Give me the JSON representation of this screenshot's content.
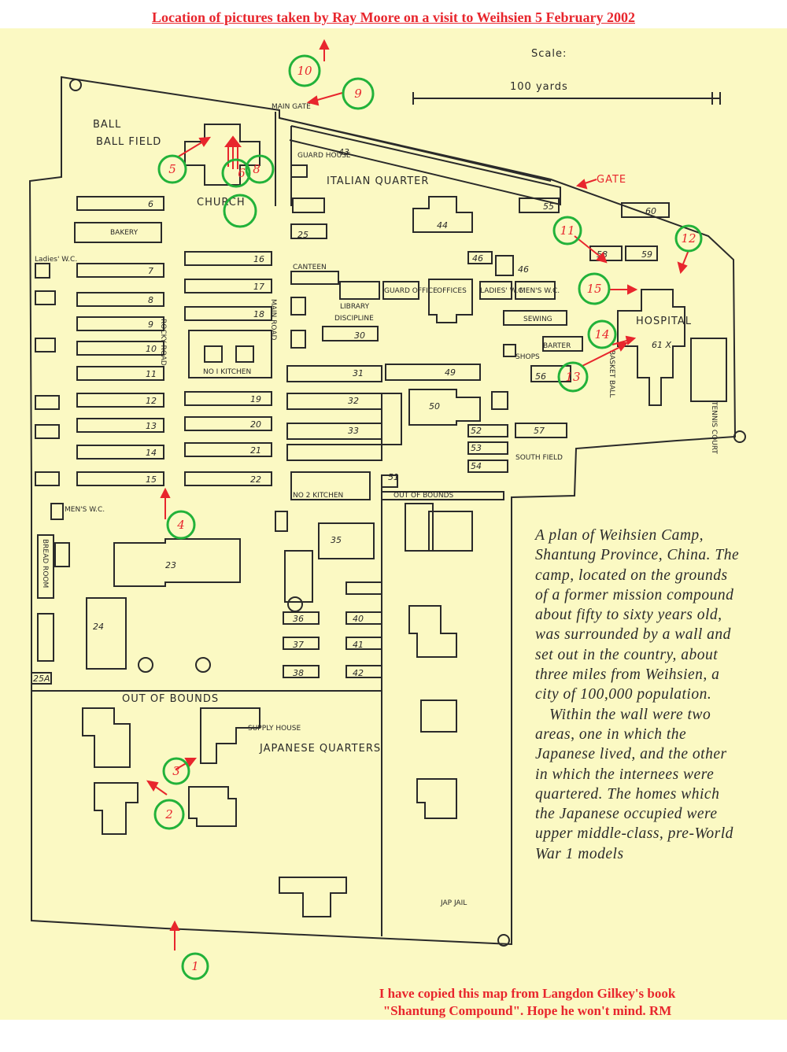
{
  "title": "Location of pictures taken by Ray Moore on a visit to Weihsien 5 February 2002",
  "scale": {
    "label": "Scale:",
    "distance": "100 yards"
  },
  "places": {
    "ball_field": "BALL FIELD",
    "church": "CHURCH",
    "main_gate": "MAIN GATE",
    "gate": "GATE",
    "guard_house": "GUARD HOUSE",
    "italian_quarter": "ITALIAN QUARTER",
    "bakery": "BAKERY",
    "ladies_wc": "Ladies' W.C.",
    "canteen": "CANTEEN",
    "library": "LIBRARY",
    "guard_office": "GUARD OFFICE",
    "discipline": "DISCIPLINE",
    "offices": "OFFICES",
    "ladies_wc2": "LADIES' W.C.",
    "mens_wc": "MEN'S W.C.",
    "sewing": "SEWING",
    "barter": "BARTER",
    "shops": "SHOPS",
    "hospital": "HOSPITAL",
    "basket_ball": "BASKET BALL",
    "tennis_court": "TENNIS COURT",
    "main_road": "MAIN ROAD",
    "rocky_road": "ROCKY ROAD",
    "kitchen1": "NO I KITCHEN",
    "kitchen2": "NO 2 KITCHEN",
    "south_field": "SOUTH FIELD",
    "out_of_bounds": "OUT OF BOUNDS",
    "supply_house": "SUPPLY HOUSE",
    "japanese_quarters": "JAPANESE QUARTERS",
    "jap_jail": "JAP JAIL",
    "mens_wc2": "MEN'S W.C.",
    "bread_room": "BREAD ROOM"
  },
  "markers": [
    "1",
    "2",
    "3",
    "4",
    "5",
    "6",
    "8",
    "9",
    "10",
    "11",
    "12",
    "13",
    "14",
    "15"
  ],
  "caption": {
    "p1": "A plan of Weihsien Camp, Shantung Province, China. The camp, located on the grounds of a former mission compound about fifty to sixty years old, was surrounded by a wall and set out in the country, about three miles from Weihsien, a city of 100,000 population.",
    "p2": "Within the wall were two areas, one in which the Japanese lived, and the other in which the internees were quartered. The homes which the Japanese occupied were upper middle-class, pre-World War 1 models"
  },
  "footnote": {
    "line1": "I have copied this map from Langdon Gilkey's book",
    "line2": "\"Shantung Compound\".  Hope he won't mind.  RM"
  },
  "colors": {
    "paper": "#fbf9c3",
    "ink": "#2a2a2a",
    "red": "#e8262d",
    "green": "#22b23a"
  }
}
